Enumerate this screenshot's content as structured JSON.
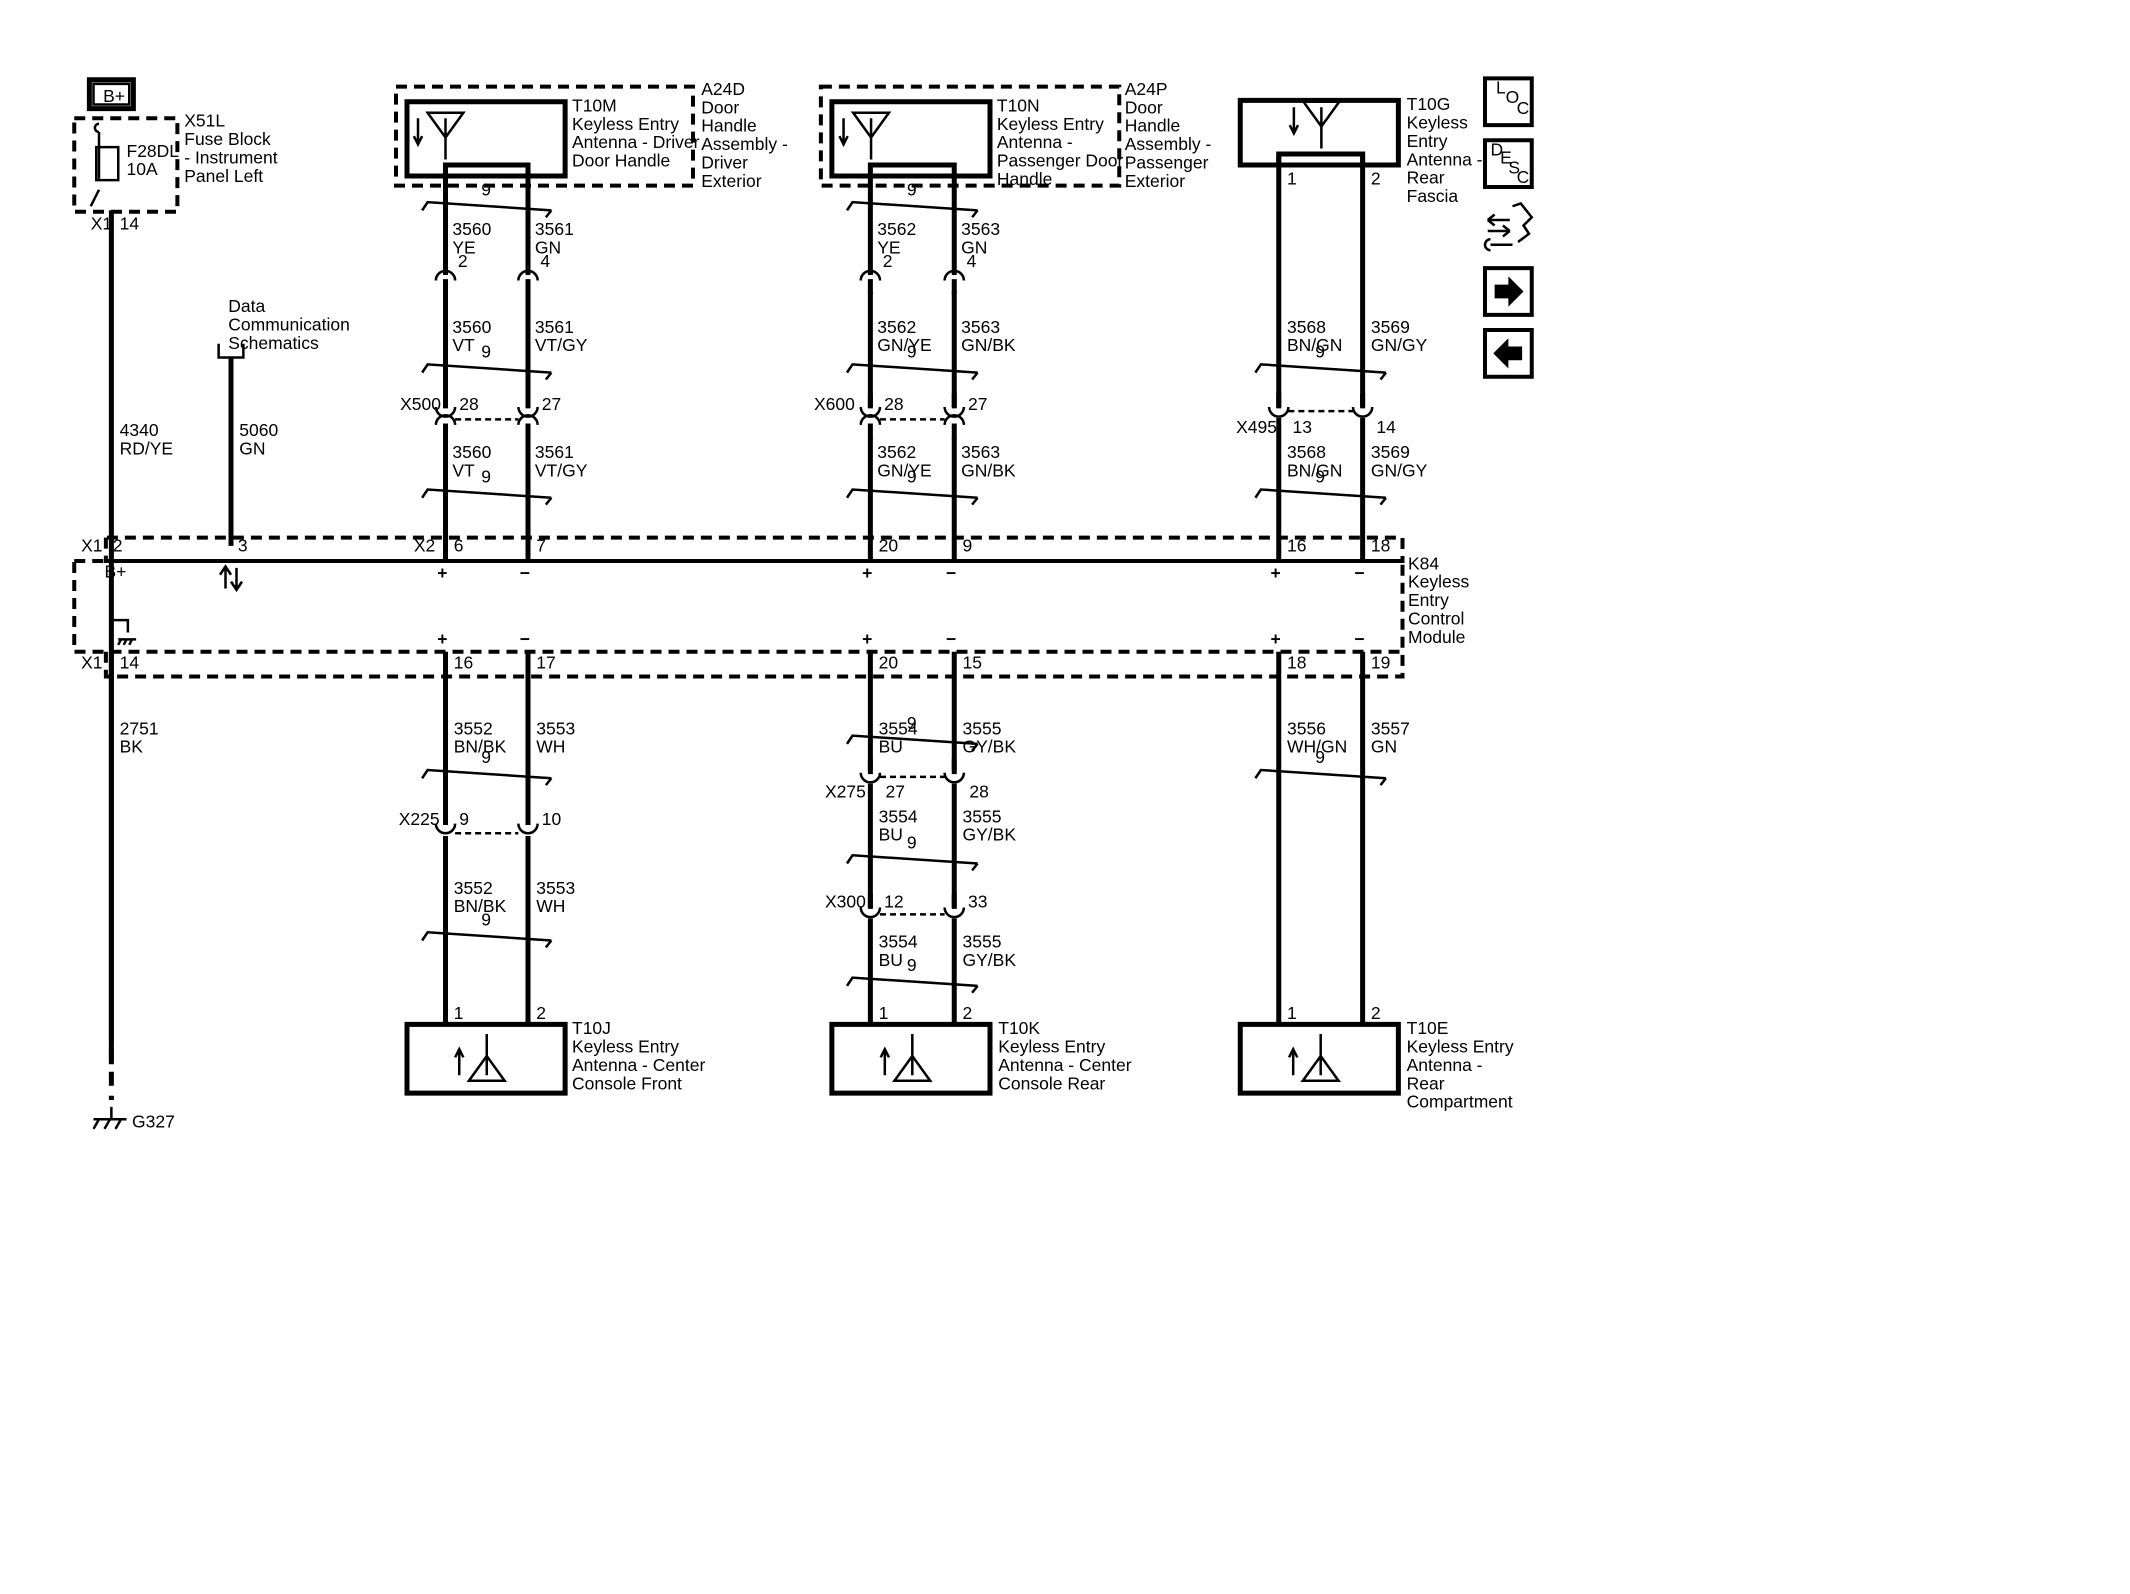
{
  "nav": {
    "loc": [
      "L",
      "O",
      "C"
    ],
    "desc": [
      "D",
      "E",
      "S",
      "C"
    ]
  },
  "supply": {
    "bplus": "B+",
    "fuse_block": [
      "X51L",
      "Fuse Block",
      "- Instrument",
      "Panel Left"
    ],
    "fuse": [
      "F28DL",
      "10A"
    ],
    "conn": "X1",
    "pin": "14",
    "wire": [
      "4340",
      "RD/YE"
    ]
  },
  "data_comm": {
    "label": [
      "Data",
      "Communication",
      "Schematics"
    ],
    "wire": [
      "5060",
      "GN"
    ]
  },
  "ground": {
    "wire": [
      "2751",
      "BK"
    ],
    "name": "G327"
  },
  "module": {
    "name": [
      "K84",
      "Keyless",
      "Entry",
      "Control",
      "Module"
    ],
    "x1_top": {
      "conn": "X1",
      "p1": "2",
      "p2": "3"
    },
    "x2": "X2",
    "x1_bottom": {
      "conn": "X1",
      "pin": "14"
    },
    "bplus": "B+"
  },
  "twist": "9",
  "antennas": [
    {
      "component": [
        "T10M",
        "Keyless Entry",
        "Antenna - Driver",
        "Door Handle"
      ],
      "assembly": [
        "A24D",
        "Door",
        "Handle",
        "Assembly -",
        "Driver",
        "Exterior"
      ],
      "inline_pins": [
        "2",
        "4"
      ],
      "wires_top": [
        [
          "3560",
          "YE"
        ],
        [
          "3561",
          "GN"
        ]
      ],
      "wires_mid": [
        [
          "3560",
          "VT"
        ],
        [
          "3561",
          "VT/GY"
        ]
      ],
      "connector": {
        "name": "X500",
        "p1": "28",
        "p2": "27"
      },
      "wires_low": [
        [
          "3560",
          "VT"
        ],
        [
          "3561",
          "VT/GY"
        ]
      ],
      "module_pins": [
        "6",
        "7"
      ]
    },
    {
      "component": [
        "T10N",
        "Keyless Entry",
        "Antenna -",
        "Passenger Door",
        "Handle"
      ],
      "assembly": [
        "A24P",
        "Door",
        "Handle",
        "Assembly -",
        "Passenger",
        "Exterior"
      ],
      "inline_pins": [
        "2",
        "4"
      ],
      "wires_top": [
        [
          "3562",
          "YE"
        ],
        [
          "3563",
          "GN"
        ]
      ],
      "wires_mid": [
        [
          "3562",
          "GN/YE"
        ],
        [
          "3563",
          "GN/BK"
        ]
      ],
      "connector": {
        "name": "X600",
        "p1": "28",
        "p2": "27"
      },
      "wires_low": [
        [
          "3562",
          "GN/YE"
        ],
        [
          "3563",
          "GN/BK"
        ]
      ],
      "module_pins": [
        "20",
        "9"
      ]
    },
    {
      "component": [
        "T10G",
        "Keyless",
        "Entry",
        "Antenna -",
        "Rear",
        "Fascia"
      ],
      "pins": [
        "1",
        "2"
      ],
      "wires_top": [
        [
          "3568",
          "BN/GN"
        ],
        [
          "3569",
          "GN/GY"
        ]
      ],
      "connector": {
        "name": "X495",
        "p1": "13",
        "p2": "14"
      },
      "wires_low": [
        [
          "3568",
          "BN/GN"
        ],
        [
          "3569",
          "GN/GY"
        ]
      ],
      "module_pins": [
        "16",
        "18"
      ]
    }
  ],
  "bottom_antennas": [
    {
      "module_pins": [
        "16",
        "17"
      ],
      "wires_a": [
        [
          "3552",
          "BN/BK"
        ],
        [
          "3553",
          "WH"
        ]
      ],
      "connector": {
        "name": "X225",
        "p1": "9",
        "p2": "10"
      },
      "wires_b": [
        [
          "3552",
          "BN/BK"
        ],
        [
          "3553",
          "WH"
        ]
      ],
      "pins": [
        "1",
        "2"
      ],
      "component": [
        "T10J",
        "Keyless Entry",
        "Antenna - Center",
        "Console Front"
      ]
    },
    {
      "module_pins": [
        "20",
        "15"
      ],
      "wires_a": [
        [
          "3554",
          "BU"
        ],
        [
          "3555",
          "GY/BK"
        ]
      ],
      "connector1": {
        "name": "X275",
        "p1": "27",
        "p2": "28"
      },
      "wires_b": [
        [
          "3554",
          "BU"
        ],
        [
          "3555",
          "GY/BK"
        ]
      ],
      "connector2": {
        "name": "X300",
        "p1": "12",
        "p2": "33"
      },
      "wires_c": [
        [
          "3554",
          "BU"
        ],
        [
          "3555",
          "GY/BK"
        ]
      ],
      "pins": [
        "1",
        "2"
      ],
      "component": [
        "T10K",
        "Keyless Entry",
        "Antenna - Center",
        "Console Rear"
      ]
    },
    {
      "module_pins": [
        "18",
        "19"
      ],
      "wires_a": [
        [
          "3556",
          "WH/GN"
        ],
        [
          "3557",
          "GN"
        ]
      ],
      "pins": [
        "1",
        "2"
      ],
      "component": [
        "T10E",
        "Keyless Entry",
        "Antenna -",
        "Rear",
        "Compartment"
      ]
    }
  ]
}
